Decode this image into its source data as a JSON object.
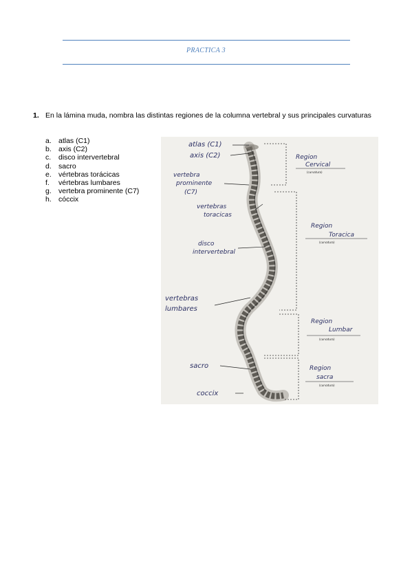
{
  "header": {
    "title": "PRACTICA 3"
  },
  "question": {
    "number": "1.",
    "text": "En la lámina muda, nombra las distintas regiones de la columna vertebral y sus principales curvaturas"
  },
  "options": [
    {
      "letter": "a.",
      "label": "atlas (C1)"
    },
    {
      "letter": "b.",
      "label": "axis (C2)"
    },
    {
      "letter": "c.",
      "label": "disco intervertebral"
    },
    {
      "letter": "d.",
      "label": "sacro"
    },
    {
      "letter": "e.",
      "label": "vértebras torácicas"
    },
    {
      "letter": "f.",
      "label": "vértebras lumbares"
    },
    {
      "letter": "g.",
      "label": "vertebra prominente (C7)"
    },
    {
      "letter": "h.",
      "label": "cóccix"
    }
  ],
  "figure": {
    "left_labels": {
      "atlas": "atlas (C1)",
      "axis": "axis (C2)",
      "prominente_1": "vertebra",
      "prominente_2": "prominente",
      "prominente_3": "(C7)",
      "toracicas_1": "vertebras",
      "toracicas_2": "toracicas",
      "disco_1": "disco",
      "disco_2": "intervertebral",
      "lumbares_1": "vertebras",
      "lumbares_2": "lumbares",
      "sacro": "sacro",
      "coccix": "coccix"
    },
    "regions": [
      {
        "name_1": "Region",
        "name_2": "Cervical",
        "curvature": "(curvatura)"
      },
      {
        "name_1": "Region",
        "name_2": "Toracica",
        "curvature": "(curvatura)"
      },
      {
        "name_1": "Region",
        "name_2": "Lumbar",
        "curvature": "(curvatura)"
      },
      {
        "name_1": "Region",
        "name_2": "sacra",
        "curvature": "(curvatura)"
      }
    ]
  }
}
